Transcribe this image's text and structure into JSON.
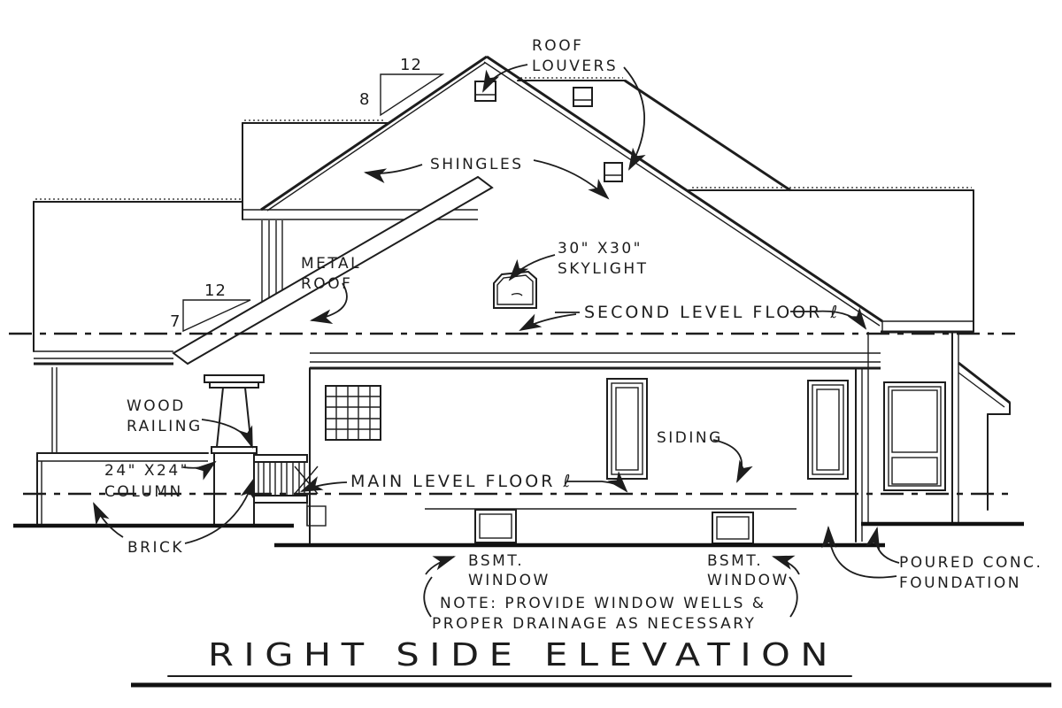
{
  "drawing": {
    "type": "architectural-elevation",
    "title": "RIGHT SIDE ELEVATION",
    "colors": {
      "ink": "#1d1d1d",
      "paper": "#ffffff"
    },
    "labels": {
      "roof_louvers_1": "ROOF",
      "roof_louvers_2": "LOUVERS",
      "shingles": "SHINGLES",
      "skylight_1": "30\" X30\"",
      "skylight_2": "SKYLIGHT",
      "second_level": "SECOND LEVEL FLOOR ℓ",
      "metal_roof_1": "METAL",
      "metal_roof_2": "ROOF",
      "pitch_main_run": "12",
      "pitch_main_rise": "8",
      "pitch_porch_run": "12",
      "pitch_porch_rise": "7",
      "wood_railing_1": "WOOD",
      "wood_railing_2": "RAILING",
      "column_1": "24\" X24\"",
      "column_2": "COLUMN",
      "brick": "BRICK",
      "main_level": "MAIN LEVEL FLOOR ℓ",
      "siding": "SIDING",
      "bsmt_left_1": "BSMT.",
      "bsmt_left_2": "WINDOW",
      "bsmt_right_1": "BSMT.",
      "bsmt_right_2": "WINDOW",
      "note_1": "NOTE: PROVIDE WINDOW WELLS &",
      "note_2": "PROPER DRAINAGE AS NECESSARY",
      "foundation_1": "POURED CONC.",
      "foundation_2": "FOUNDATION"
    }
  }
}
